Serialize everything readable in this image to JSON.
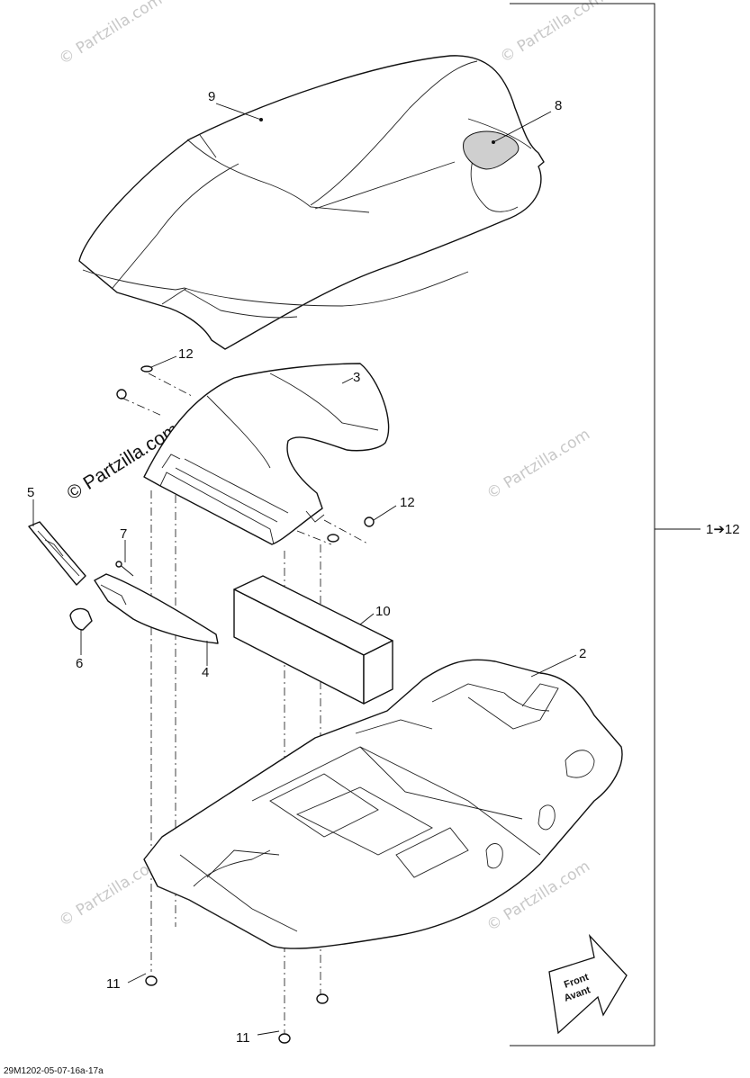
{
  "watermark": "© Partzilla.com",
  "copyright_notice": "© Partzilla.com",
  "diagram_code": "29M1202-05-07-16a-17a",
  "range_label": "1➔12",
  "direction_arrow": {
    "line1": "Front",
    "line2": "Avant"
  },
  "callouts": {
    "c2": "2",
    "c3": "3",
    "c4": "4",
    "c5": "5",
    "c6": "6",
    "c7": "7",
    "c8": "8",
    "c9": "9",
    "c10": "10",
    "c11a": "11",
    "c11b": "11",
    "c12a": "12",
    "c12b": "12"
  },
  "parts": [
    {
      "ref": "2",
      "icon": "hull-liner-tray"
    },
    {
      "ref": "3",
      "icon": "seat-base"
    },
    {
      "ref": "4",
      "icon": "flap-panel"
    },
    {
      "ref": "5",
      "icon": "strap"
    },
    {
      "ref": "6",
      "icon": "push-rivet"
    },
    {
      "ref": "7",
      "icon": "screw"
    },
    {
      "ref": "8",
      "icon": "grip-pad"
    },
    {
      "ref": "9",
      "icon": "seat-cover"
    },
    {
      "ref": "10",
      "icon": "foam-block"
    },
    {
      "ref": "11",
      "icon": "grommet"
    },
    {
      "ref": "12",
      "icon": "washer"
    }
  ]
}
